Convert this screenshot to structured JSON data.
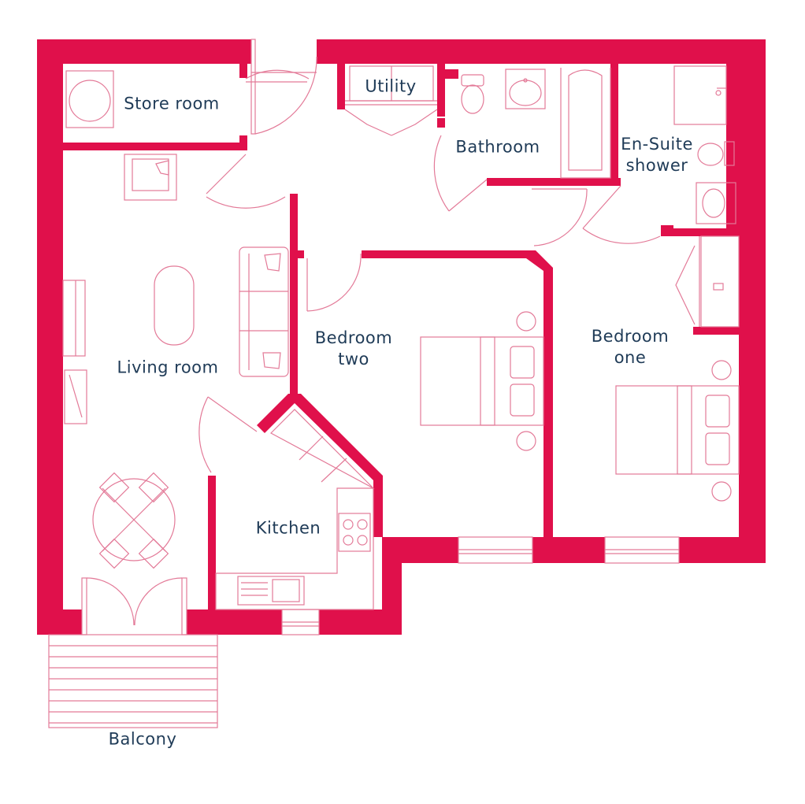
{
  "colors": {
    "wall": "#e0104b",
    "fixture": "#e37a98",
    "label": "#1f3b57",
    "background": "#ffffff"
  },
  "rooms": {
    "store_room": "Store room",
    "utility": "Utility",
    "bathroom": "Bathroom",
    "ensuite_line1": "En-Suite",
    "ensuite_line2": "shower",
    "living_room": "Living room",
    "bedroom_two_line1": "Bedroom",
    "bedroom_two_line2": "two",
    "bedroom_one_line1": "Bedroom",
    "bedroom_one_line2": "one",
    "kitchen": "Kitchen",
    "balcony": "Balcony"
  }
}
